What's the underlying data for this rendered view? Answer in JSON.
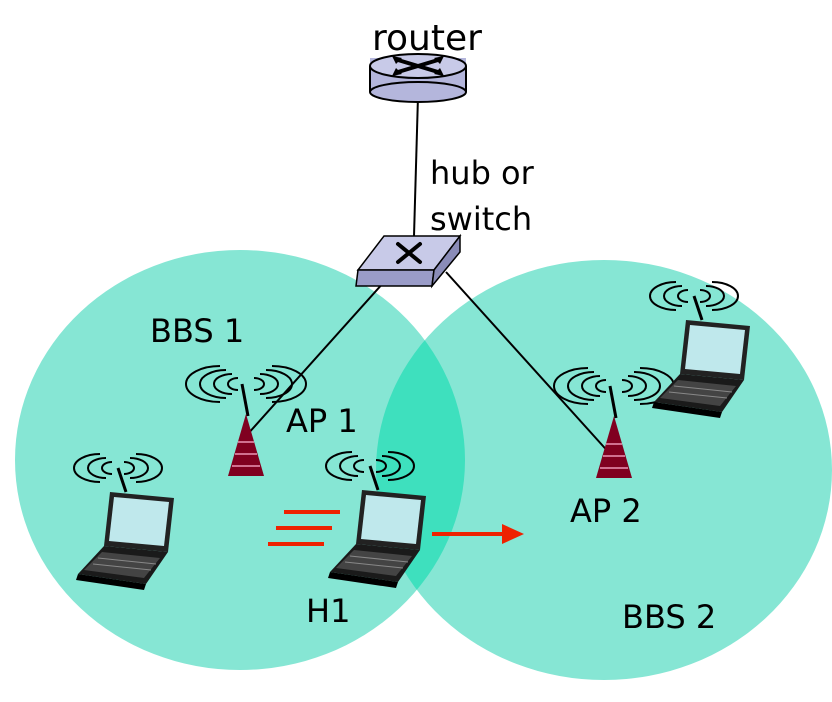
{
  "labels": {
    "router": "router",
    "hub_line1": "hub or",
    "hub_line2": "switch",
    "bbs1": "BBS 1",
    "bbs2": "BBS 2",
    "ap1": "AP 1",
    "ap2": "AP 2",
    "host1": "H1"
  },
  "colors": {
    "cell": "#86e6d4",
    "cell_overlap": "#3ee0be",
    "device": "#b4b6dc",
    "antenna": "#800020",
    "motion": "#ee2200",
    "link": "#000000"
  },
  "icons": {
    "router": "router-icon",
    "switch": "switch-icon",
    "access_point": "access-point-tower-icon",
    "laptop": "wireless-laptop-icon",
    "motion": "motion-arrow-icon"
  }
}
